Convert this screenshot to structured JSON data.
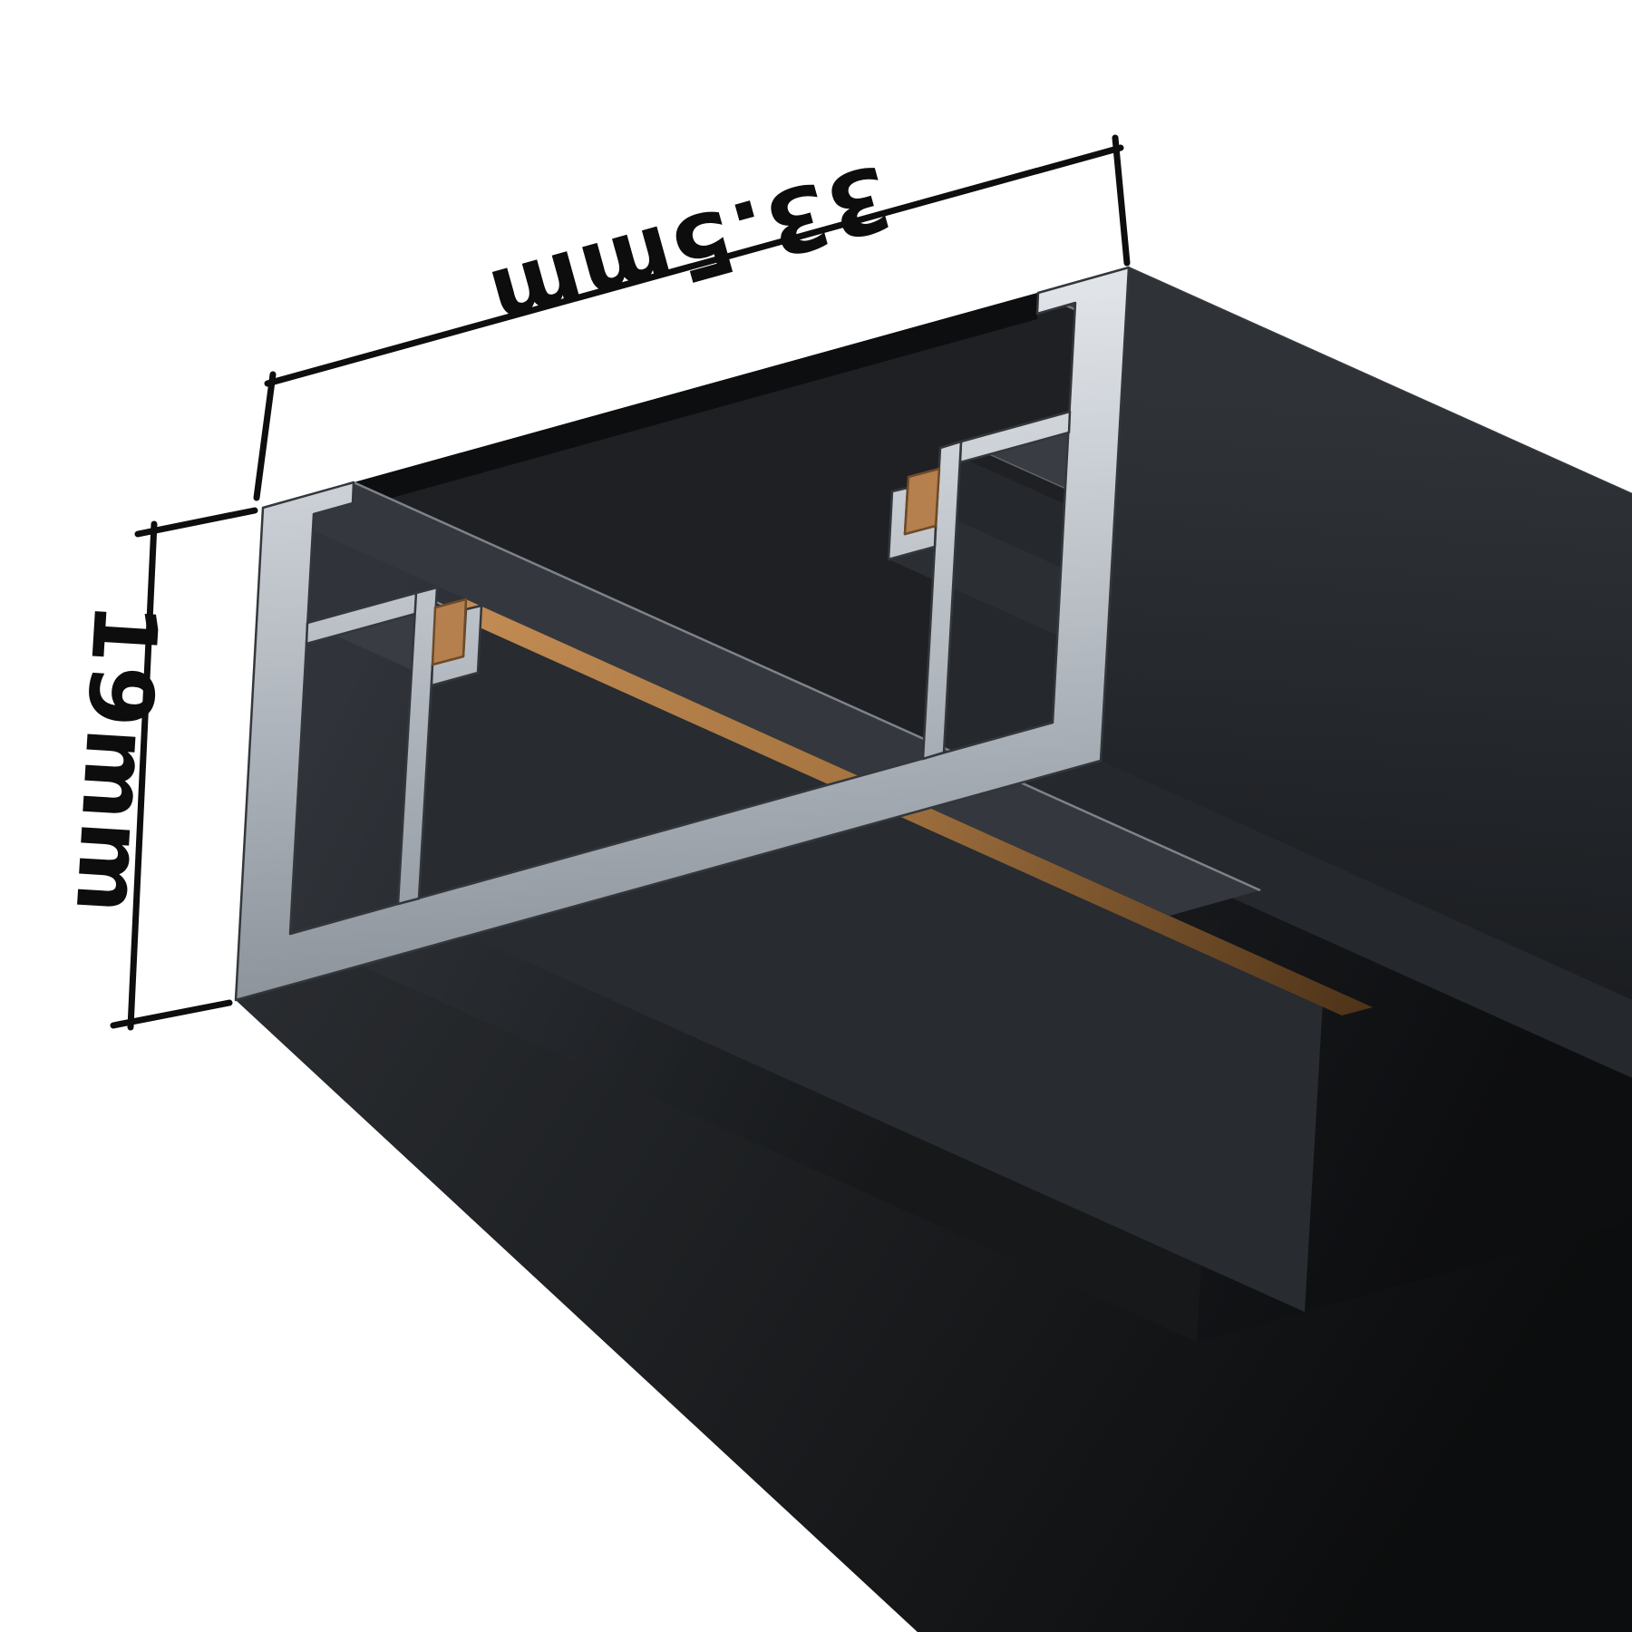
{
  "diagram": {
    "title": "magnetic-track-profile-cross-section",
    "dimensions": {
      "width": {
        "label": "33.5mm"
      },
      "height": {
        "label": "19mm"
      }
    },
    "colors": {
      "background": "#ffffff",
      "body": "#1e2024",
      "cut_face_silver": "#b9bec5",
      "copper": "#b5804e",
      "dimension_lines": "#0e0e0e"
    }
  }
}
